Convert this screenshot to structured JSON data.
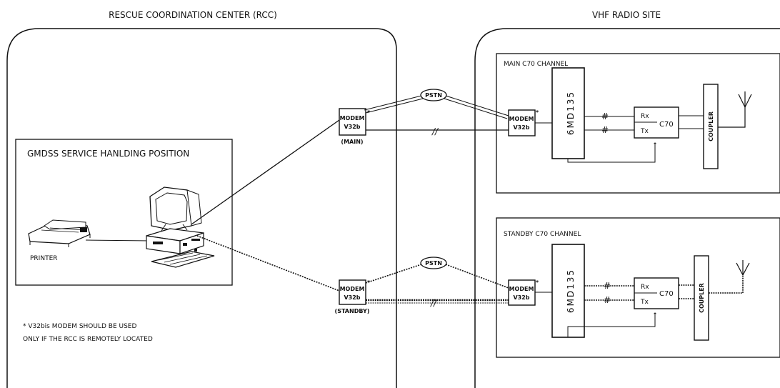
{
  "rcc": {
    "title": "RESCUE COORDINATION CENTER (RCC)",
    "position_title": "GMDSS SERVICE HANLDING POSITION",
    "printer_label": "PRINTER",
    "note_line1": "* V32bis MODEM SHOULD BE USED",
    "note_line2": "ONLY IF THE RCC IS REMOTELY LOCATED"
  },
  "vhf": {
    "title": "VHF RADIO SITE",
    "main_channel": "MAIN C70 CHANNEL",
    "standby_channel": "STANDBY C70 CHANNEL"
  },
  "modem": {
    "line1": "MODEM",
    "line2": "V32b",
    "star": "*",
    "main_tag": "(MAIN)",
    "standby_tag": "(STANDBY)"
  },
  "pstn": "PSTN",
  "mux": "6MD135",
  "radio": {
    "rx": "Rx",
    "tx": "Tx",
    "name": "C70"
  },
  "coupler": "COUPLER",
  "break_mark": "//",
  "channel_mark": "#",
  "arrow_up": "↑"
}
